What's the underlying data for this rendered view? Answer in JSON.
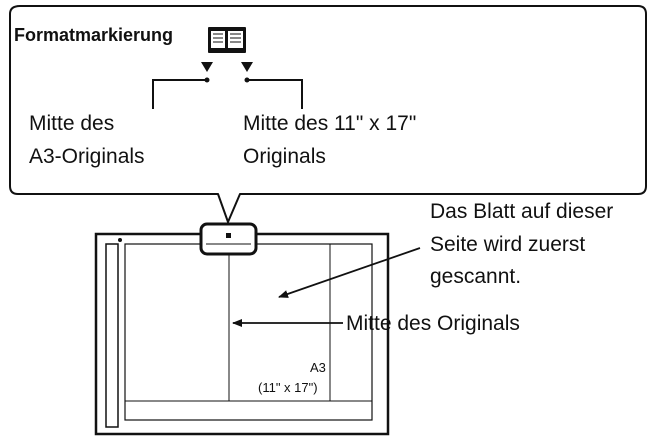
{
  "callout": {
    "title": "Formatmarkierung",
    "icon": "open-book-icon",
    "left_label": [
      "Mitte des",
      "A3-Originals"
    ],
    "right_label": [
      "Mitte des 11\" x 17\"",
      "Originals"
    ]
  },
  "annotations": {
    "first_scanned": [
      "Das Blatt auf dieser",
      "Seite wird zuerst",
      "gescannt."
    ],
    "center": "Mitte des Originals"
  },
  "paper": {
    "size_label": "A3",
    "size_alt": "(11\" x 17\")"
  }
}
